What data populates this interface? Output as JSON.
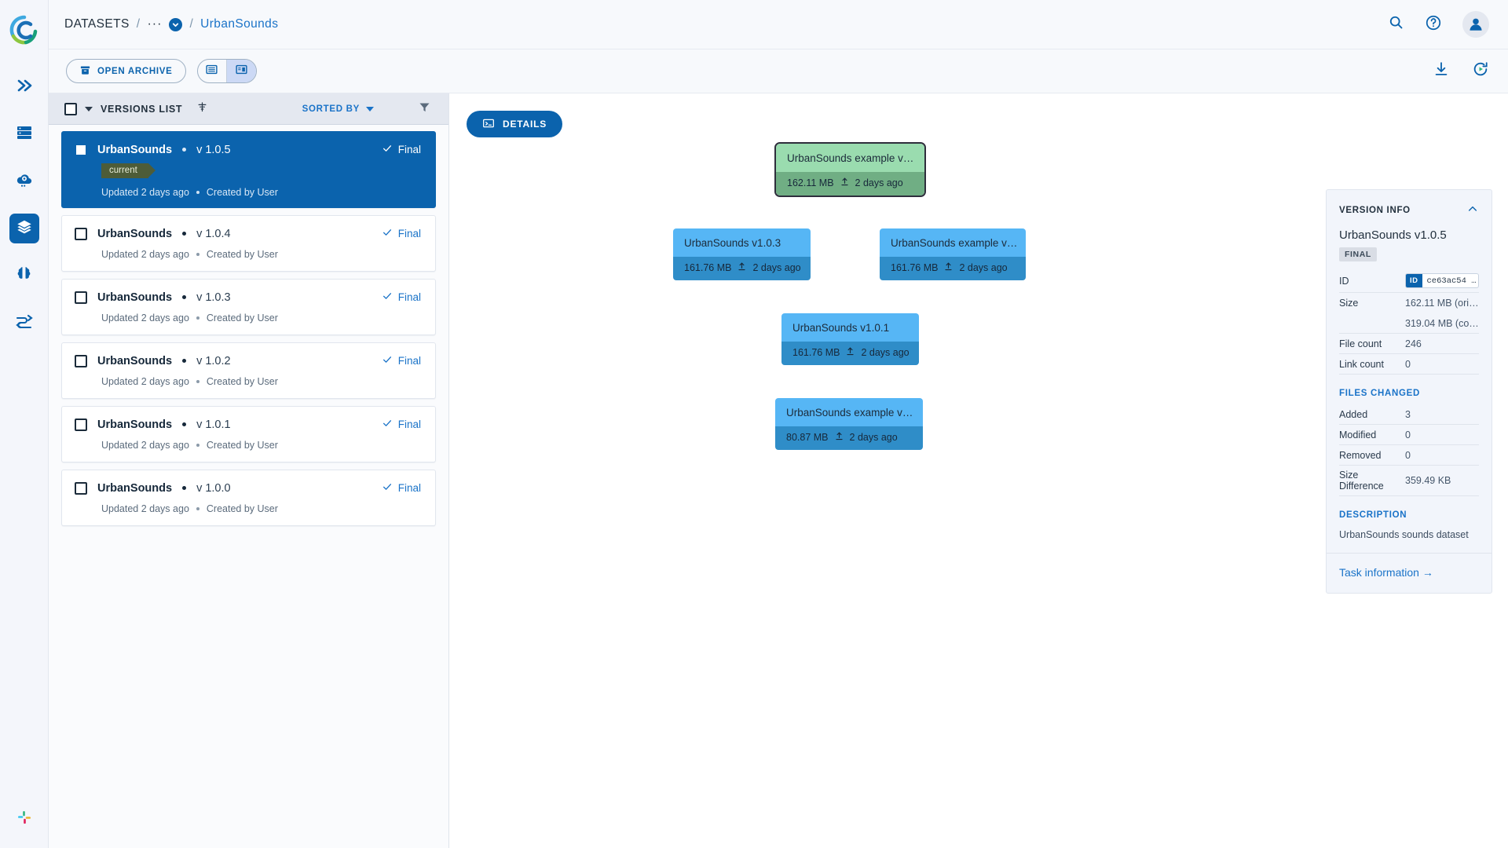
{
  "rail": {
    "logo": "c-logo",
    "items": [
      {
        "name": "double-chevron-icon",
        "label": "Expand"
      },
      {
        "name": "server-icon",
        "label": "Resources"
      },
      {
        "name": "cloud-gear-icon",
        "label": "Cloud"
      },
      {
        "name": "layers-icon",
        "label": "Datasets",
        "active": true
      },
      {
        "name": "brain-icon",
        "label": "Models"
      },
      {
        "name": "pipeline-icon",
        "label": "Pipelines"
      }
    ],
    "bottom": {
      "name": "slack-icon",
      "label": "Slack"
    }
  },
  "topbar": {
    "breadcrumb": {
      "root": "DATASETS",
      "sep": "/",
      "dots": "···",
      "current": "UrbanSounds"
    },
    "actions": [
      {
        "name": "search-icon",
        "label": "Search"
      },
      {
        "name": "help-icon",
        "label": "Help"
      },
      {
        "name": "avatar",
        "label": "Account"
      }
    ]
  },
  "toolbar": {
    "open_archive_label": "OPEN ARCHIVE",
    "view_modes": [
      {
        "name": "list-view-icon",
        "label": "List view",
        "active": false
      },
      {
        "name": "split-view-icon",
        "label": "Split view",
        "active": true
      }
    ],
    "right_actions": [
      {
        "name": "download-icon",
        "label": "Download"
      },
      {
        "name": "refresh-icon",
        "label": "Refresh"
      }
    ]
  },
  "versions_panel": {
    "title": "VERSIONS LIST",
    "sort_label": "SORTED BY",
    "filter_icon": "filter-icon",
    "sort_settings_icon": "sort-settings-icon",
    "items": [
      {
        "name": "UrbanSounds",
        "version": "v 1.0.5",
        "status": "Final",
        "tag": "current",
        "meta_updated": "Updated 2 days ago",
        "meta_sep": "•",
        "meta_created": "Created by User",
        "selected": true
      },
      {
        "name": "UrbanSounds",
        "version": "v 1.0.4",
        "status": "Final",
        "tag": null,
        "meta_updated": "Updated 2 days ago",
        "meta_sep": "•",
        "meta_created": "Created by User",
        "selected": false
      },
      {
        "name": "UrbanSounds",
        "version": "v 1.0.3",
        "status": "Final",
        "tag": null,
        "meta_updated": "Updated 2 days ago",
        "meta_sep": "•",
        "meta_created": "Created by User",
        "selected": false
      },
      {
        "name": "UrbanSounds",
        "version": "v 1.0.2",
        "status": "Final",
        "tag": null,
        "meta_updated": "Updated 2 days ago",
        "meta_sep": "•",
        "meta_created": "Created by User",
        "selected": false
      },
      {
        "name": "UrbanSounds",
        "version": "v 1.0.1",
        "status": "Final",
        "tag": null,
        "meta_updated": "Updated 2 days ago",
        "meta_sep": "•",
        "meta_created": "Created by User",
        "selected": false
      },
      {
        "name": "UrbanSounds",
        "version": "v 1.0.0",
        "status": "Final",
        "tag": null,
        "meta_updated": "Updated 2 days ago",
        "meta_sep": "•",
        "meta_created": "Created by User",
        "selected": false
      }
    ]
  },
  "graph": {
    "details_label": "DETAILS",
    "nodes": [
      {
        "id": "n105",
        "title": "UrbanSounds example v…",
        "size": "162.11 MB",
        "age": "2 days ago",
        "color": "green",
        "selected": true
      },
      {
        "id": "n103",
        "title": "UrbanSounds v1.0.3",
        "size": "161.76 MB",
        "age": "2 days ago",
        "color": "blue",
        "selected": false
      },
      {
        "id": "n104",
        "title": "UrbanSounds example v…",
        "size": "161.76 MB",
        "age": "2 days ago",
        "color": "blue",
        "selected": false
      },
      {
        "id": "n101",
        "title": "UrbanSounds v1.0.1",
        "size": "161.76 MB",
        "age": "2 days ago",
        "color": "blue",
        "selected": false
      },
      {
        "id": "n100",
        "title": "UrbanSounds example v…",
        "size": "80.87 MB",
        "age": "2 days ago",
        "color": "blue",
        "selected": false
      }
    ]
  },
  "info_panel": {
    "section_title": "VERSION INFO",
    "version_name": "UrbanSounds v1.0.5",
    "status_badge": "FINAL",
    "rows": [
      {
        "key": "ID",
        "value": "ce63ac54 …",
        "type": "id",
        "pill_label": "ID"
      },
      {
        "key": "Size",
        "value": "162.11 MB (origi…",
        "type": "text"
      },
      {
        "key": "",
        "value": "319.04 MB (com…",
        "type": "text"
      },
      {
        "key": "File count",
        "value": "246",
        "type": "text"
      },
      {
        "key": "Link count",
        "value": "0",
        "type": "text"
      }
    ],
    "files_changed_title": "FILES CHANGED",
    "files_changed_rows": [
      {
        "key": "Added",
        "value": "3"
      },
      {
        "key": "Modified",
        "value": "0"
      },
      {
        "key": "Removed",
        "value": "0"
      },
      {
        "key": "Size Difference",
        "value": "359.49 KB"
      }
    ],
    "description_title": "DESCRIPTION",
    "description_text": "UrbanSounds sounds dataset",
    "task_link": "Task information →"
  },
  "colors": {
    "accent": "#0b63ad",
    "link": "#1a73c8",
    "node_blue_top": "#56b6f5",
    "node_blue_bottom": "#2f8dc8",
    "node_green_top": "#9adcaf",
    "node_green_bottom": "#70ae84",
    "edge_green": "#1b6b4f",
    "edge_grey": "#9aa5b1",
    "tag_current": "#4d5c38"
  }
}
